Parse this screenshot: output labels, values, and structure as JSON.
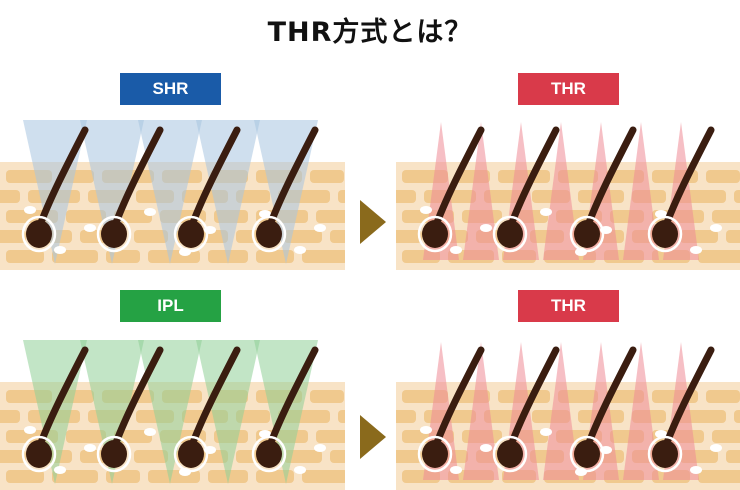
{
  "title": "THR方式とは？",
  "colors": {
    "shr_badge": "#1a5ba8",
    "ipl_badge": "#25a244",
    "thr_badge": "#d93a4a",
    "skin_cell": "#f0c98e",
    "skin_bg": "#f8e3c6",
    "hair": "#3a1d10",
    "shr_beam": "#a8c4e0",
    "ipl_beam": "#8fcf97",
    "thr_beam": "#ef8a96",
    "arrow": "#8a6a1c"
  },
  "panels": {
    "shr": {
      "label": "SHR"
    },
    "ipl": {
      "label": "IPL"
    },
    "thr_top": {
      "label": "THR"
    },
    "thr_bottom": {
      "label": "THR"
    }
  }
}
